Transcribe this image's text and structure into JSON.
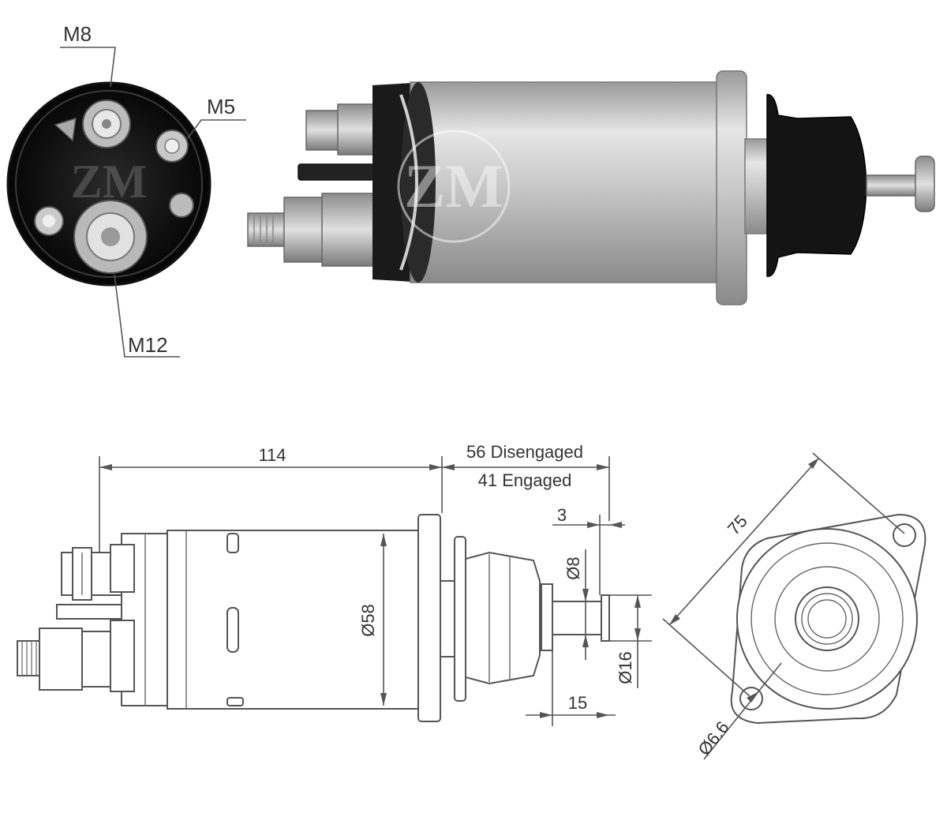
{
  "labels": {
    "m8": "M8",
    "m5": "M5",
    "m12": "M12",
    "length_114": "114",
    "disengaged": "56 Disengaged",
    "engaged": "41 Engaged",
    "dim_3": "3",
    "dim_8": "Ø8",
    "dim_58": "Ø58",
    "dim_16": "Ø16",
    "dim_15": "15",
    "dim_75": "75",
    "dim_66": "Ø6.6"
  },
  "colors": {
    "silver": "#c8c8c8",
    "dark": "#1a1a1a",
    "line": "#555555"
  }
}
